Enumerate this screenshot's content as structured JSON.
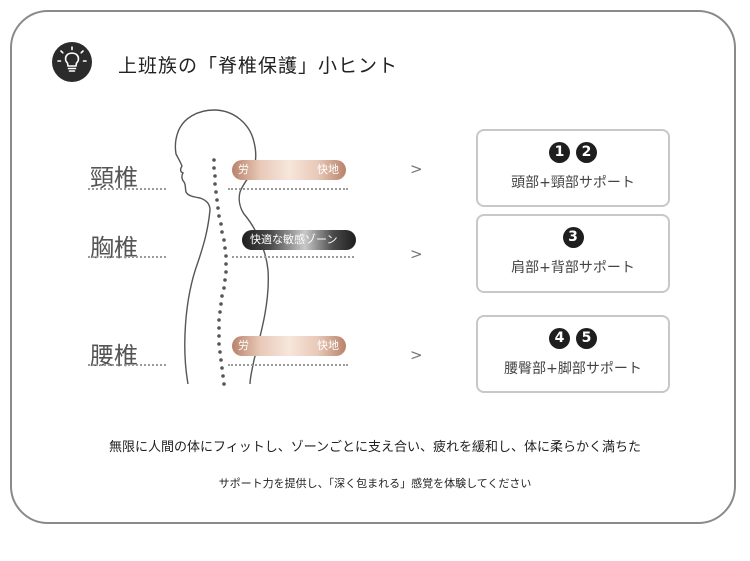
{
  "title": "上班族の「脊椎保護」小ヒント",
  "icon": "lightbulb-icon",
  "regions": [
    {
      "label": "頸椎",
      "pill_left": "労",
      "pill_right": "快地"
    },
    {
      "label": "胸椎",
      "pill_text": "快適な敏感ゾーン"
    },
    {
      "label": "腰椎",
      "pill_left": "労",
      "pill_right": "快地"
    }
  ],
  "arrow": ">",
  "boxes": [
    {
      "numbers": [
        "1",
        "2"
      ],
      "label": "頭部+頸部サポート"
    },
    {
      "numbers": [
        "3"
      ],
      "label": "肩部+背部サポート"
    },
    {
      "numbers": [
        "4",
        "5"
      ],
      "label": "腰臀部+脚部サポート"
    }
  ],
  "footer": {
    "line1": "無限に人間の体にフィットし、ゾーンごとに支え合い、疲れを緩和し、体に柔らかく満ちた",
    "line2": "サポート力を提供し、「深く包まれる」感覚を体験してください"
  }
}
